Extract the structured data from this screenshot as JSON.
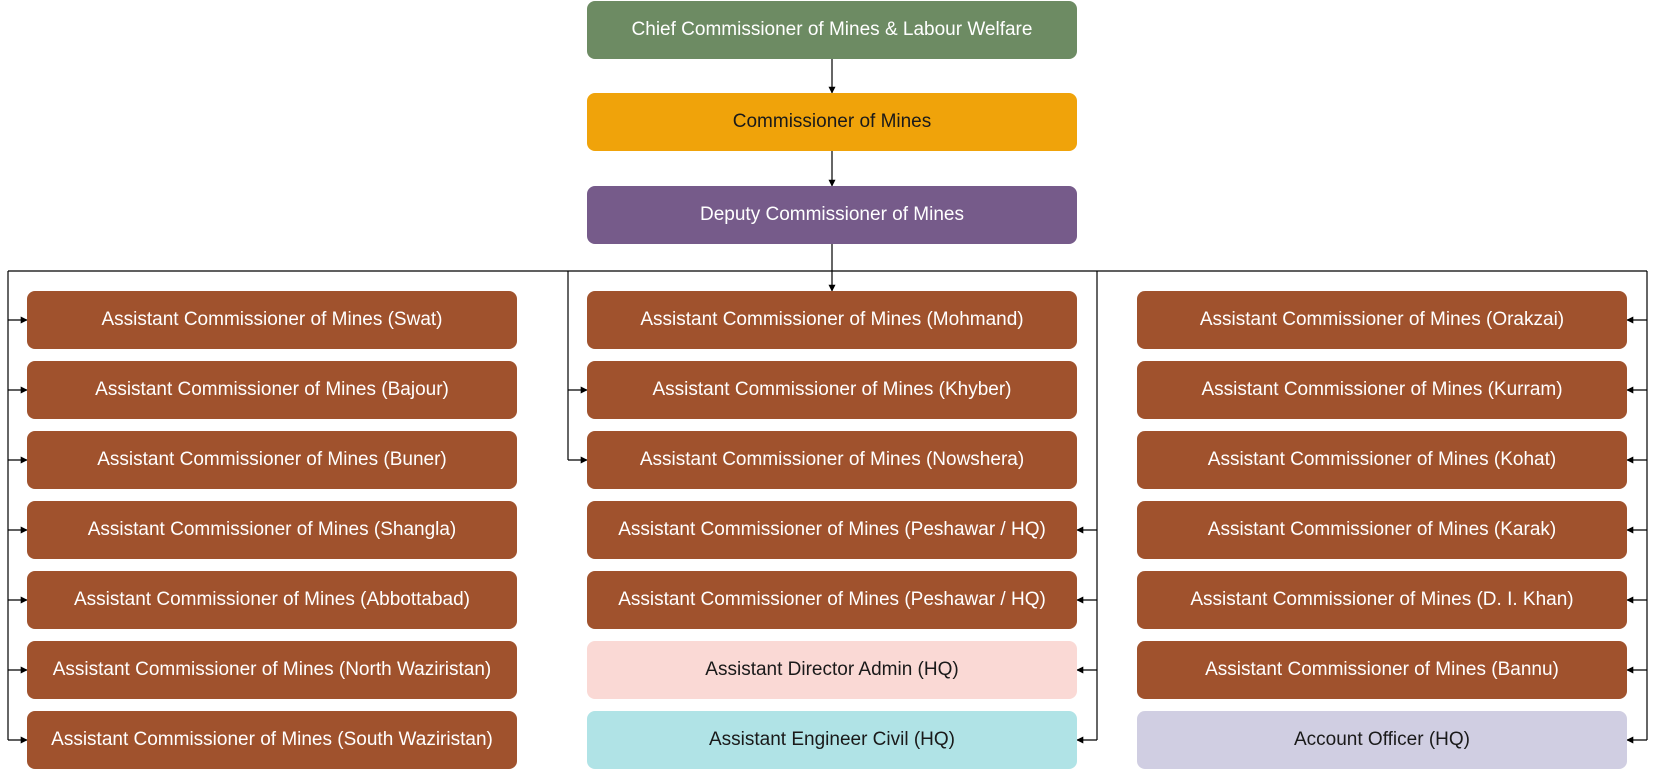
{
  "colors": {
    "chief": "#6d8b63",
    "commissioner": "#f0a30a",
    "deputy": "#765b8a",
    "assistant": "#a0522d",
    "admin": "#fad9d5",
    "engineer": "#b0e3e6",
    "account": "#d0cee2",
    "line": "#000000"
  },
  "top_chain": [
    {
      "id": "chief",
      "label": "Chief Commissioner of Mines & Labour Welfare",
      "color_key": "chief"
    },
    {
      "id": "commissioner",
      "label": "Commissioner of Mines",
      "color_key": "commissioner"
    },
    {
      "id": "deputy",
      "label": "Deputy Commissioner of Mines",
      "color_key": "deputy"
    }
  ],
  "columns": [
    {
      "name": "left",
      "nodes": [
        {
          "label": "Assistant Commissioner of Mines (Swat)",
          "color_key": "assistant"
        },
        {
          "label": "Assistant Commissioner of Mines (Bajour)",
          "color_key": "assistant"
        },
        {
          "label": "Assistant Commissioner of Mines (Buner)",
          "color_key": "assistant"
        },
        {
          "label": "Assistant Commissioner of Mines (Shangla)",
          "color_key": "assistant"
        },
        {
          "label": "Assistant Commissioner of Mines (Abbottabad)",
          "color_key": "assistant"
        },
        {
          "label": "Assistant Commissioner of Mines (North Waziristan)",
          "color_key": "assistant"
        },
        {
          "label": "Assistant Commissioner of Mines (South Waziristan)",
          "color_key": "assistant"
        }
      ]
    },
    {
      "name": "center",
      "nodes": [
        {
          "label": "Assistant Commissioner of Mines (Mohmand)",
          "color_key": "assistant"
        },
        {
          "label": "Assistant Commissioner of Mines (Khyber)",
          "color_key": "assistant"
        },
        {
          "label": "Assistant Commissioner of Mines (Nowshera)",
          "color_key": "assistant"
        },
        {
          "label": "Assistant Commissioner of Mines (Peshawar / HQ)",
          "color_key": "assistant"
        },
        {
          "label": "Assistant Commissioner of Mines (Peshawar / HQ)",
          "color_key": "assistant"
        },
        {
          "label": "Assistant Director Admin (HQ)",
          "color_key": "admin"
        },
        {
          "label": "Assistant Engineer Civil (HQ)",
          "color_key": "engineer"
        }
      ]
    },
    {
      "name": "right",
      "nodes": [
        {
          "label": "Assistant Commissioner of Mines (Orakzai)",
          "color_key": "assistant"
        },
        {
          "label": "Assistant Commissioner of Mines (Kurram)",
          "color_key": "assistant"
        },
        {
          "label": "Assistant Commissioner of Mines (Kohat)",
          "color_key": "assistant"
        },
        {
          "label": "Assistant Commissioner of Mines (Karak)",
          "color_key": "assistant"
        },
        {
          "label": "Assistant Commissioner of Mines (D. I. Khan)",
          "color_key": "assistant"
        },
        {
          "label": "Assistant Commissioner of Mines (Bannu)",
          "color_key": "assistant"
        },
        {
          "label": "Account Officer (HQ)",
          "color_key": "account"
        }
      ]
    }
  ]
}
